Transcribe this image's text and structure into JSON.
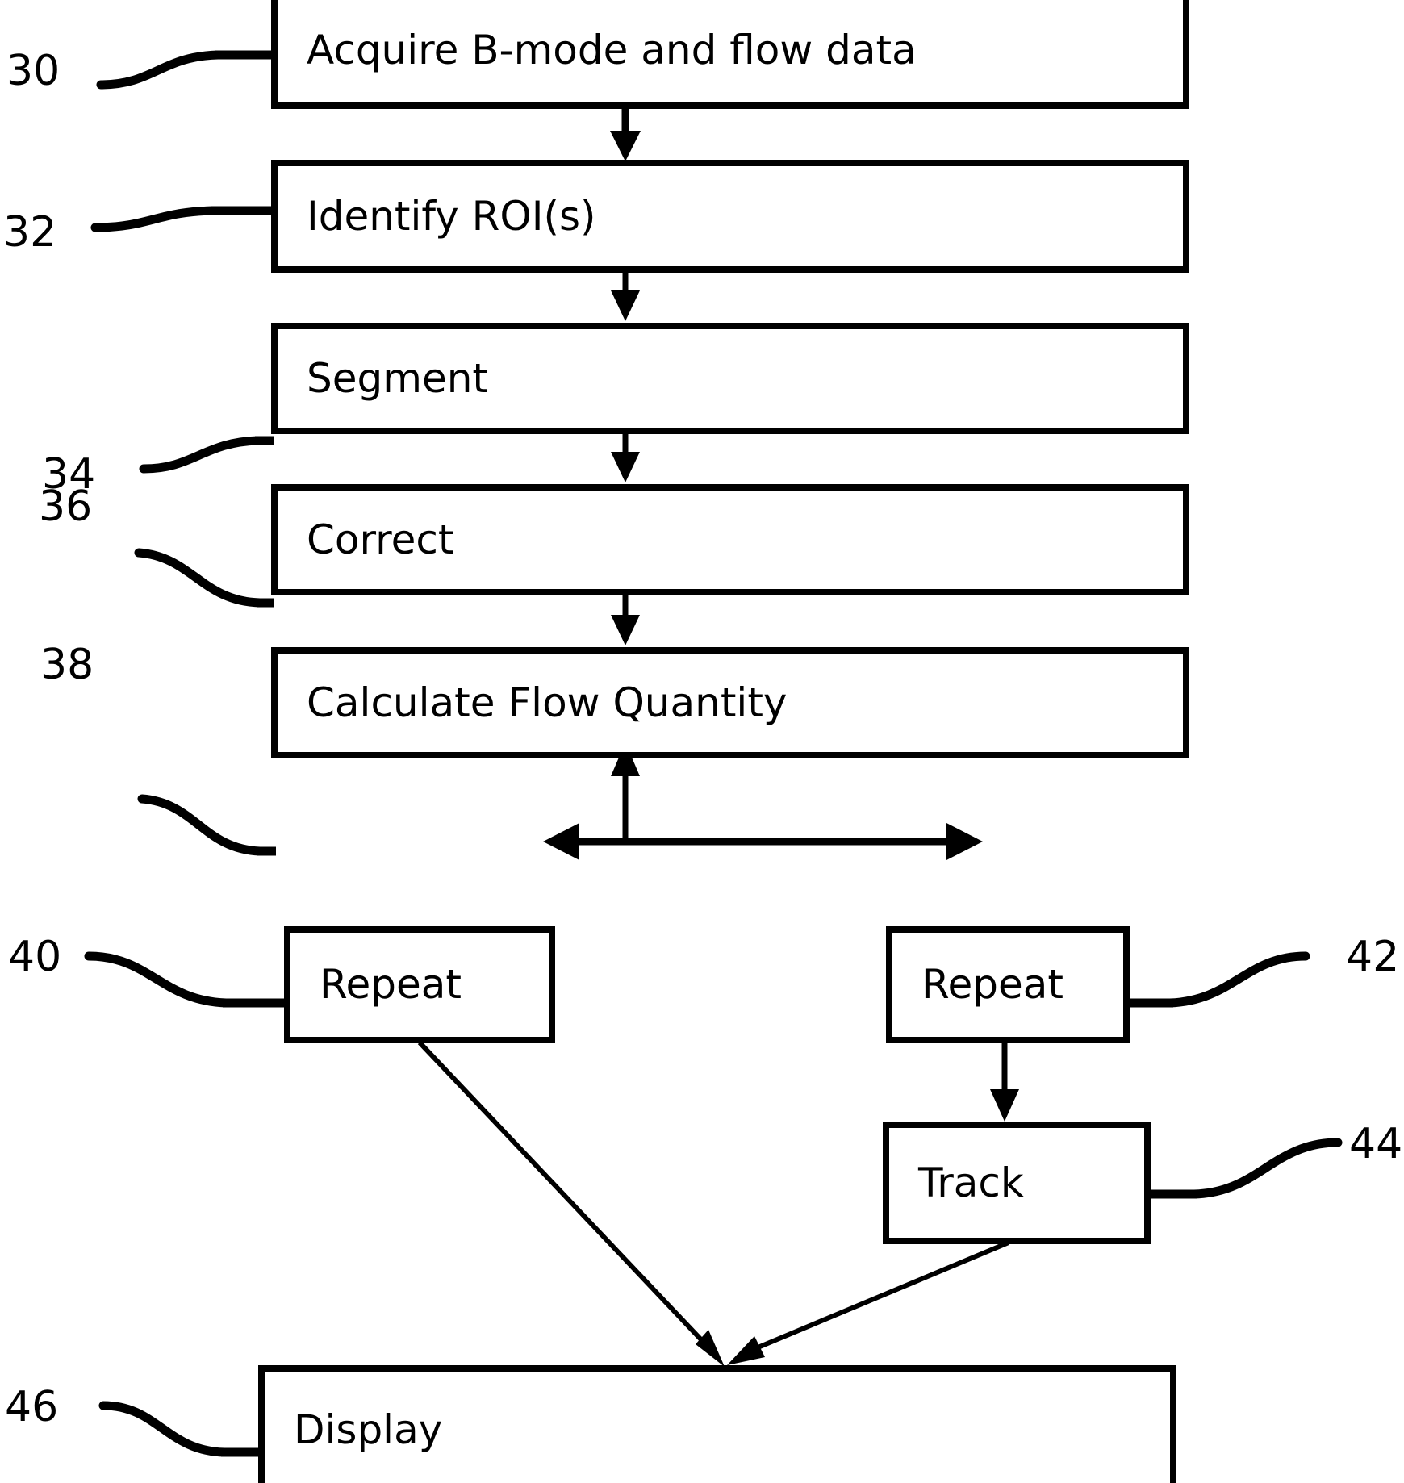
{
  "diagram": {
    "type": "flowchart",
    "title": "",
    "background_color": "#ffffff",
    "line_color": "#000000",
    "nodes": [
      {
        "id": "n30",
        "ref": "30",
        "label": "Acquire B-mode and flow data"
      },
      {
        "id": "n32",
        "ref": "32",
        "label": "Identify ROI(s)"
      },
      {
        "id": "n34",
        "ref": "34",
        "label": "Segment"
      },
      {
        "id": "n36",
        "ref": "36",
        "label": "Correct"
      },
      {
        "id": "n38",
        "ref": "38",
        "label": "Calculate Flow Quantity"
      },
      {
        "id": "n40",
        "ref": "40",
        "label": "Repeat"
      },
      {
        "id": "n42",
        "ref": "42",
        "label": "Repeat"
      },
      {
        "id": "n44",
        "ref": "44",
        "label": "Track"
      },
      {
        "id": "n46",
        "ref": "46",
        "label": "Display"
      }
    ],
    "reference_numerals": [
      "30",
      "32",
      "34",
      "36",
      "38",
      "40",
      "42",
      "44",
      "46"
    ],
    "edges": [
      {
        "from": "n30",
        "to": "n32",
        "style": "arrow-down"
      },
      {
        "from": "n32",
        "to": "n34",
        "style": "arrow-down"
      },
      {
        "from": "n34",
        "to": "n36",
        "style": "arrow-down"
      },
      {
        "from": "n36",
        "to": "n38",
        "style": "arrow-down"
      },
      {
        "from": "junction",
        "to": "n38",
        "style": "arrow-up"
      },
      {
        "from": "junction",
        "to": "n40",
        "style": "arrow-left"
      },
      {
        "from": "junction",
        "to": "n42",
        "style": "arrow-right"
      },
      {
        "from": "n42",
        "to": "n44",
        "style": "arrow-down"
      },
      {
        "from": "n40",
        "to": "n46",
        "style": "arrow-diagonal"
      },
      {
        "from": "n44",
        "to": "n46",
        "style": "arrow-diagonal"
      }
    ]
  }
}
